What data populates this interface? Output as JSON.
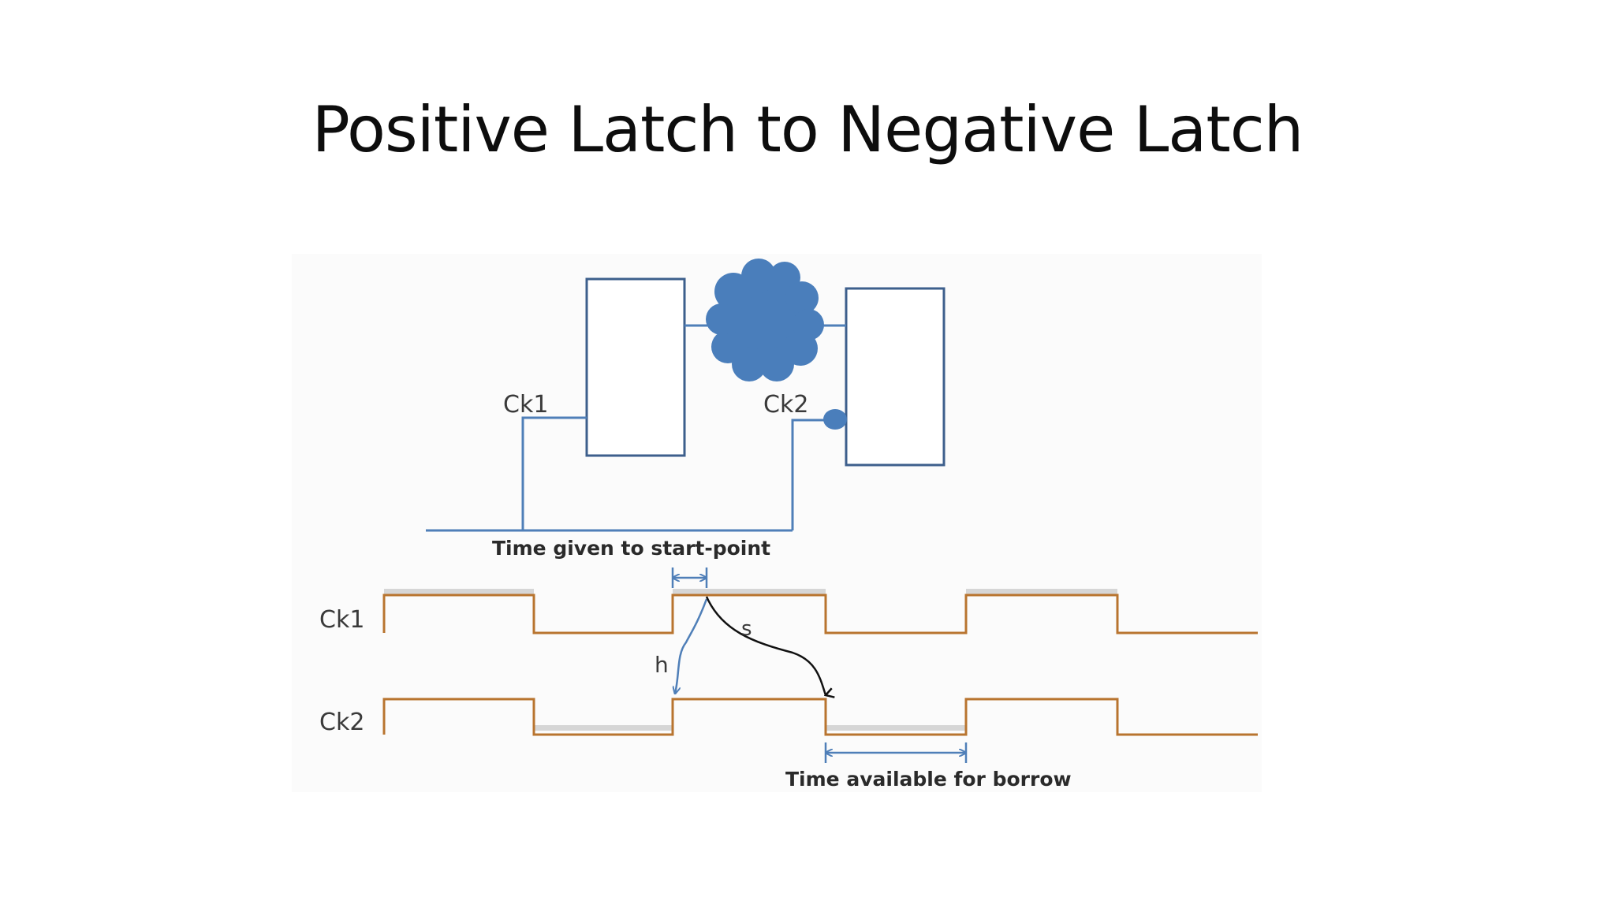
{
  "slide": {
    "title": "Positive Latch to Negative Latch"
  },
  "circuit": {
    "clock1_label": "Ck1",
    "clock2_label": "Ck2"
  },
  "timing": {
    "ck1_label": "Ck1",
    "ck2_label": "Ck2",
    "hold_label": "h",
    "setup_label": "s",
    "caption_start_point": "Time given to start-point",
    "caption_borrow": "Time available for borrow"
  },
  "colors": {
    "wire": "#4f7fb8",
    "cloud": "#4a7ebb",
    "latch_border": "#3d5f8c",
    "waveform": "#b8742f",
    "active_shade": "#d6d6d6",
    "setup_arrow": "#111111"
  }
}
